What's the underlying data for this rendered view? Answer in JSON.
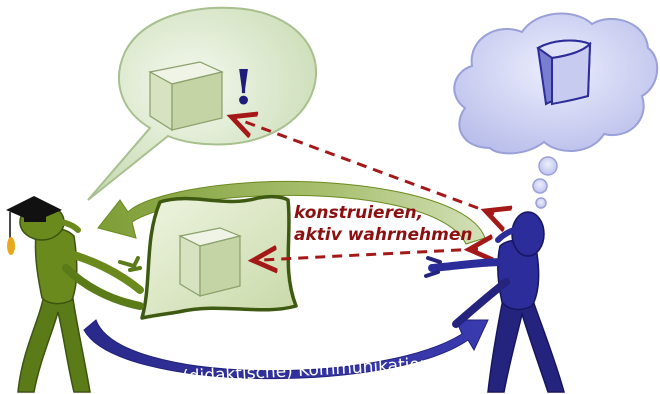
{
  "labels": {
    "construct_line1": "konstruieren,",
    "construct_line2": "aktiv wahrnehmen",
    "communication": "(didaktische) Kommunikation",
    "exclamation": "!"
  },
  "colors": {
    "green_figure": "#6b8a1e",
    "blue_figure": "#2c2c9a",
    "construct_text": "#8c1010",
    "communication_text": "#2b2b8a",
    "speech_bubble_fill": "#dde9cf",
    "thought_cloud_fill": "#c9cdf0",
    "dashed_arrow": "#a51818"
  },
  "icons": {
    "teacher": "green-figure-with-graduation-cap",
    "learner": "blue-figure-with-thought-cloud",
    "cube": "cube-icon"
  }
}
